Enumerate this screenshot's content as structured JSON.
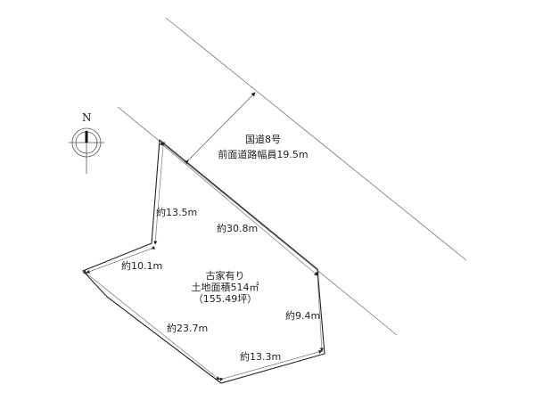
{
  "compass": {
    "north_label": "N"
  },
  "road": {
    "name": "国道8号",
    "width_label": "前面道路幅員19.5m"
  },
  "lot": {
    "note": "古家有り",
    "area": "土地面積514㎡",
    "area_tsubo": "（155.49坪）"
  },
  "dimensions": {
    "north_west": "約13.5m",
    "road_side": "約30.8m",
    "west_notch": "約10.1m",
    "south_west": "約23.7m",
    "east": "約9.4m",
    "south_east": "約13.3m"
  }
}
